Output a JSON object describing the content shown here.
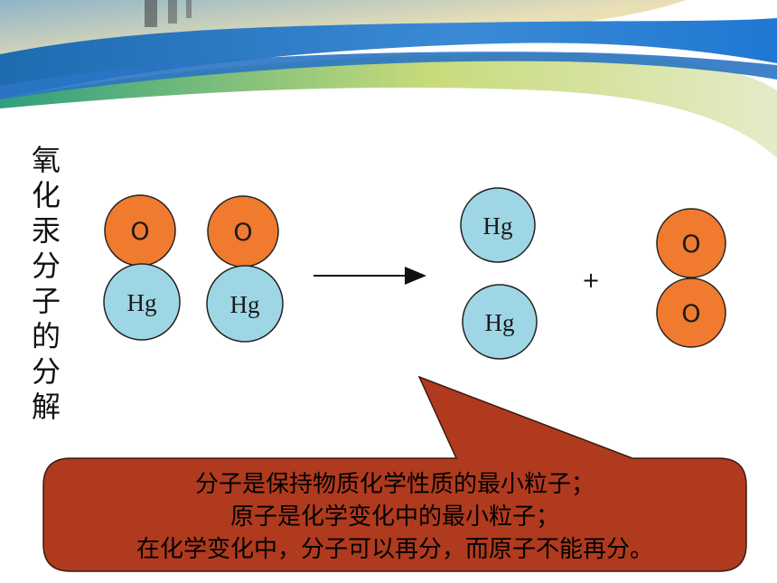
{
  "title_chars": [
    "氧",
    "化",
    "汞",
    "分",
    "子",
    "的",
    "分",
    "解"
  ],
  "reactant_molecules": [
    {
      "top_atom": "O",
      "bottom_atom": "Hg"
    },
    {
      "top_atom": "O",
      "bottom_atom": "Hg"
    }
  ],
  "product_mercury_atoms": [
    "Hg",
    "Hg"
  ],
  "product_oxygen_molecule": [
    "O",
    "O"
  ],
  "plus_sign": "+",
  "callout": {
    "lines": [
      "分子是保持物质化学性质的最小粒子；",
      "原子是化学变化中的最小粒子；",
      "在化学变化中，分子可以再分，而原子不能再分。"
    ]
  },
  "colors": {
    "oxygen_fill": "#f07a2e",
    "mercury_fill": "#9ed6e6",
    "callout_fill": "#b03a1e",
    "banner_blue": "#2f7ac8",
    "banner_green": "#9ccc4a"
  }
}
